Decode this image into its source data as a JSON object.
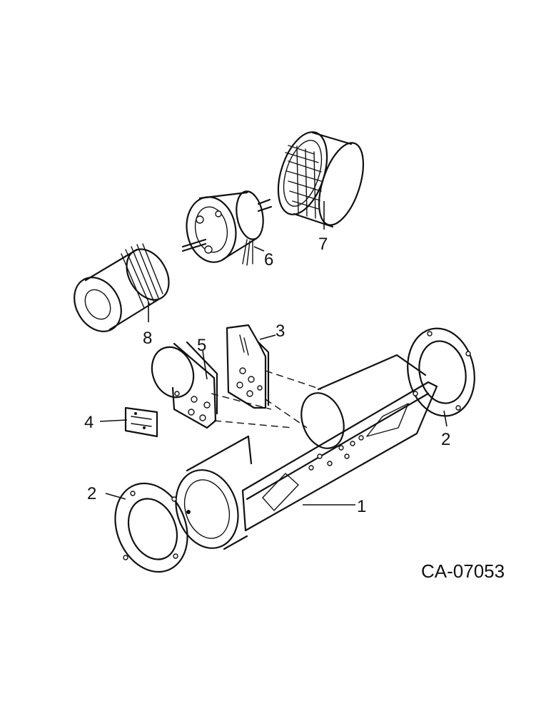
{
  "callouts": {
    "housing": "1",
    "ring_left": "2",
    "ring_right": "2",
    "bracket_right": "3",
    "resistor": "4",
    "bracket_left": "5",
    "motor": "6",
    "wheel_right": "7",
    "wheel_left": "8"
  },
  "figure_code": "CA-07053"
}
